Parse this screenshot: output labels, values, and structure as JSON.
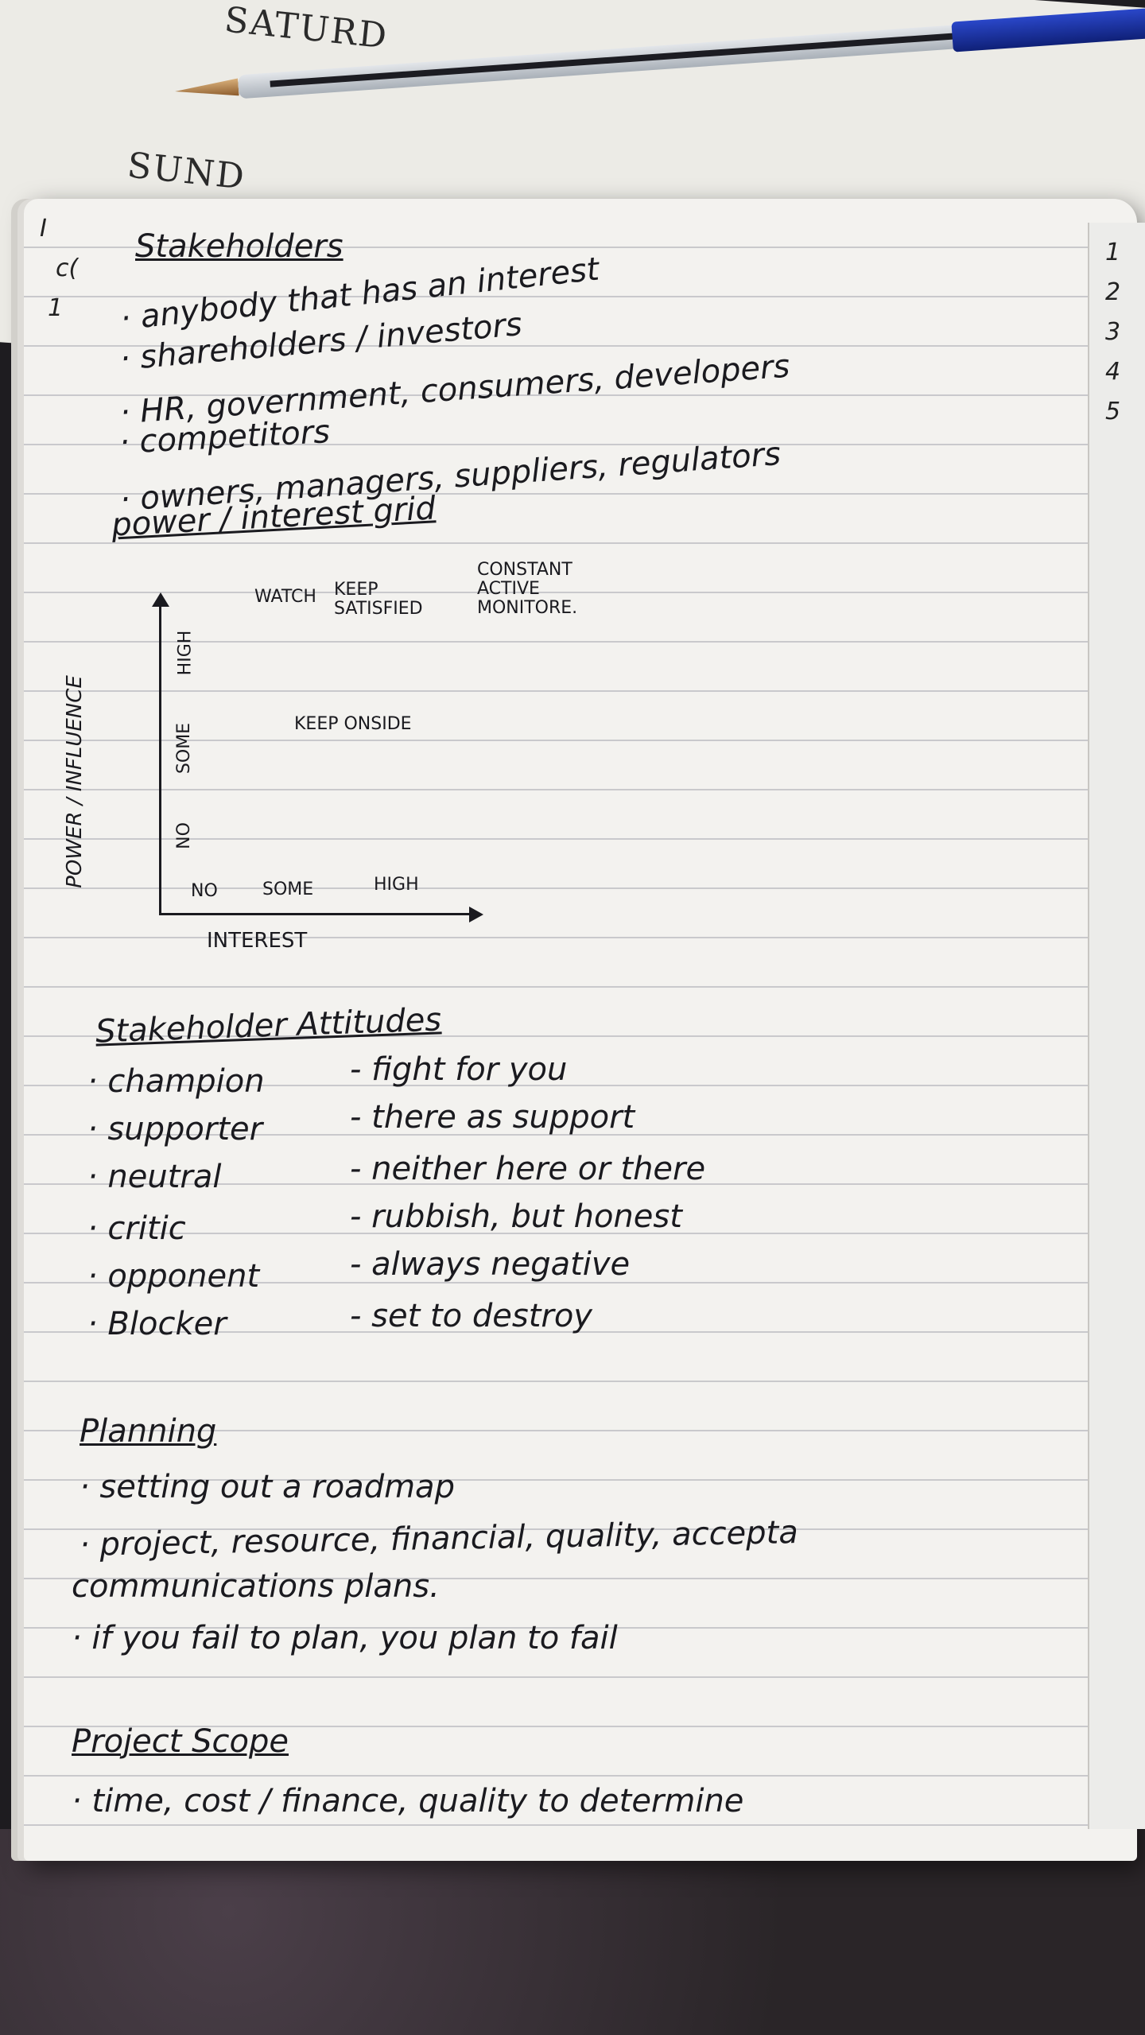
{
  "background": {
    "planner_days": [
      "SATURD",
      "SUND"
    ]
  },
  "pen_colors": {
    "cap": "#1f35a8",
    "tip": "#b77a3a",
    "ink": "#1a1a1f",
    "page": "#f3f2ef"
  },
  "sections": {
    "stakeholders": {
      "heading": "Stakeholders",
      "items": [
        "· anybody that has an interest",
        "· shareholders / investors",
        "· HR, government, consumers, developers",
        "· competitors",
        "· owners, managers, suppliers, regulators"
      ]
    },
    "power_interest_grid": {
      "heading": "power / interest grid",
      "y_axis_label": "POWER / INFLUENCE",
      "y_ticks": [
        "NO",
        "SOME",
        "HIGH"
      ],
      "x_axis_label": "INTEREST",
      "x_ticks": [
        "NO",
        "SOME",
        "HIGH"
      ],
      "cells": {
        "watch": "WATCH",
        "keep_satisfied": "KEEP SATISFIED",
        "constant_active_monitoring": "CONSTANT ACTIVE MONITORE.",
        "keep_onside": "KEEP ONSIDE"
      }
    },
    "stakeholder_attitudes": {
      "heading": "Stakeholder Attitudes",
      "rows": [
        {
          "type": "· champion",
          "desc": "- fight for you"
        },
        {
          "type": "· supporter",
          "desc": "- there as support"
        },
        {
          "type": "· neutral",
          "desc": "- neither here or there"
        },
        {
          "type": "· critic",
          "desc": "- rubbish, but honest"
        },
        {
          "type": "· opponent",
          "desc": "- always negative"
        },
        {
          "type": "· Blocker",
          "desc": "- set to destroy"
        }
      ]
    },
    "planning": {
      "heading": "Planning",
      "items": [
        "· setting out a roadmap",
        "· project, resource, financial, quality, accepta",
        "communications plans.",
        "· if you fail to plan, you plan to fail"
      ]
    },
    "project_scope": {
      "heading": "Project Scope",
      "items": [
        "· time, cost / finance, quality to determine"
      ]
    }
  },
  "margin_marks": [
    "I",
    "c(",
    "1",
    "1",
    "2",
    "3",
    "4",
    "5"
  ]
}
